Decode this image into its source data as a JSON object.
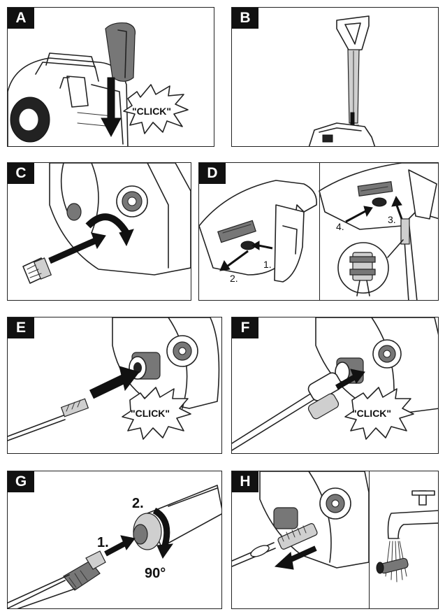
{
  "panels": {
    "A": {
      "letter": "A",
      "click": "\"CLICK\""
    },
    "B": {
      "letter": "B"
    },
    "C": {
      "letter": "C"
    },
    "D": {
      "letter": "D",
      "steps": [
        "1.",
        "2.",
        "3.",
        "4."
      ]
    },
    "E": {
      "letter": "E",
      "click": "\"CLICK\""
    },
    "F": {
      "letter": "F",
      "click": "\"CLICK\""
    },
    "G": {
      "letter": "G",
      "steps": [
        "1.",
        "2."
      ],
      "angle": "90°"
    },
    "H": {
      "letter": "H"
    }
  },
  "colors": {
    "line": "#222222",
    "tag_bg": "#111111",
    "tag_text": "#ffffff",
    "shade": "#777777"
  },
  "icons": [
    "water-tap-icon",
    "click-burst-icon",
    "arrow-icon"
  ]
}
